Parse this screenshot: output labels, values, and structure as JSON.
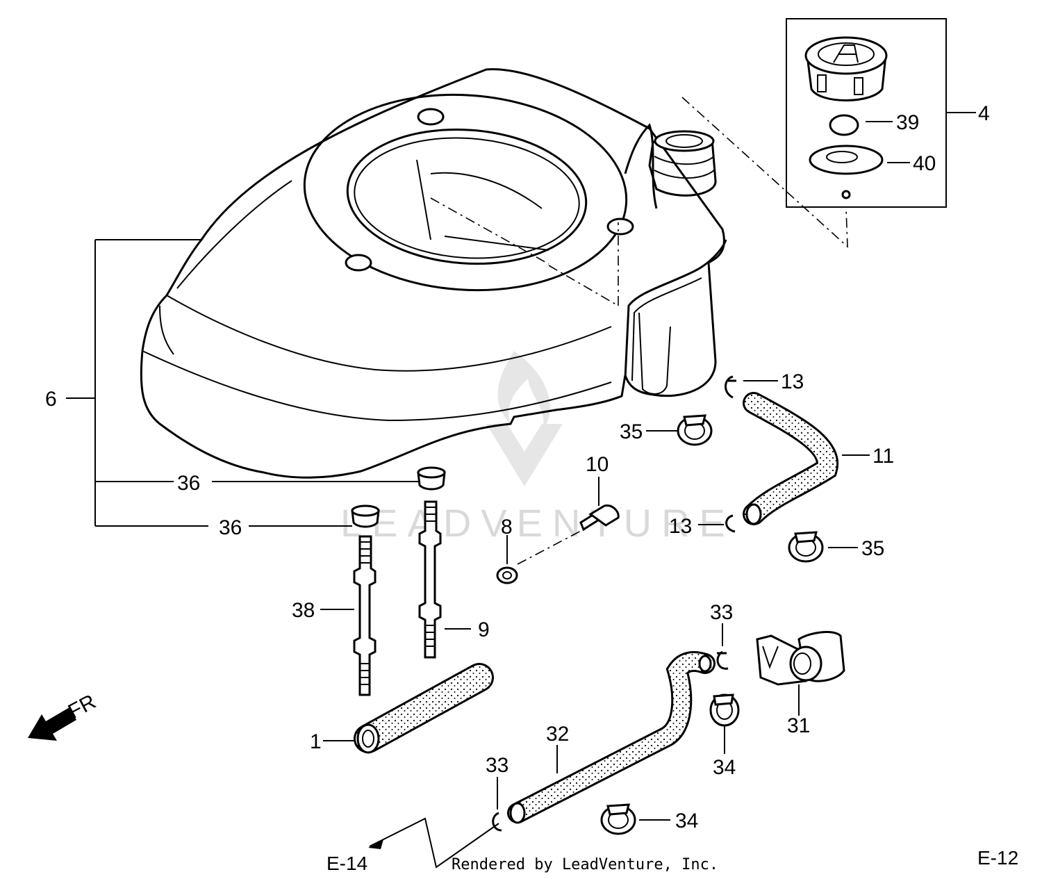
{
  "callouts": {
    "c1": "1",
    "c4": "4",
    "c6": "6",
    "c8": "8",
    "c9": "9",
    "c10": "10",
    "c11": "11",
    "c13a": "13",
    "c13b": "13",
    "c31": "31",
    "c32": "32",
    "c33a": "33",
    "c33b": "33",
    "c34a": "34",
    "c34b": "34",
    "c35a": "35",
    "c35b": "35",
    "c36a": "36",
    "c36b": "36",
    "c38": "38",
    "c39": "39",
    "c40": "40"
  },
  "refs": {
    "next_page": "E-14",
    "page_code": "E-12"
  },
  "direction": "FR",
  "credit": "Rendered by LeadVenture, Inc.",
  "watermark": "LEADVENTURE",
  "colors": {
    "line": "#000000",
    "background": "#ffffff",
    "watermark": "#d9d9d9"
  }
}
